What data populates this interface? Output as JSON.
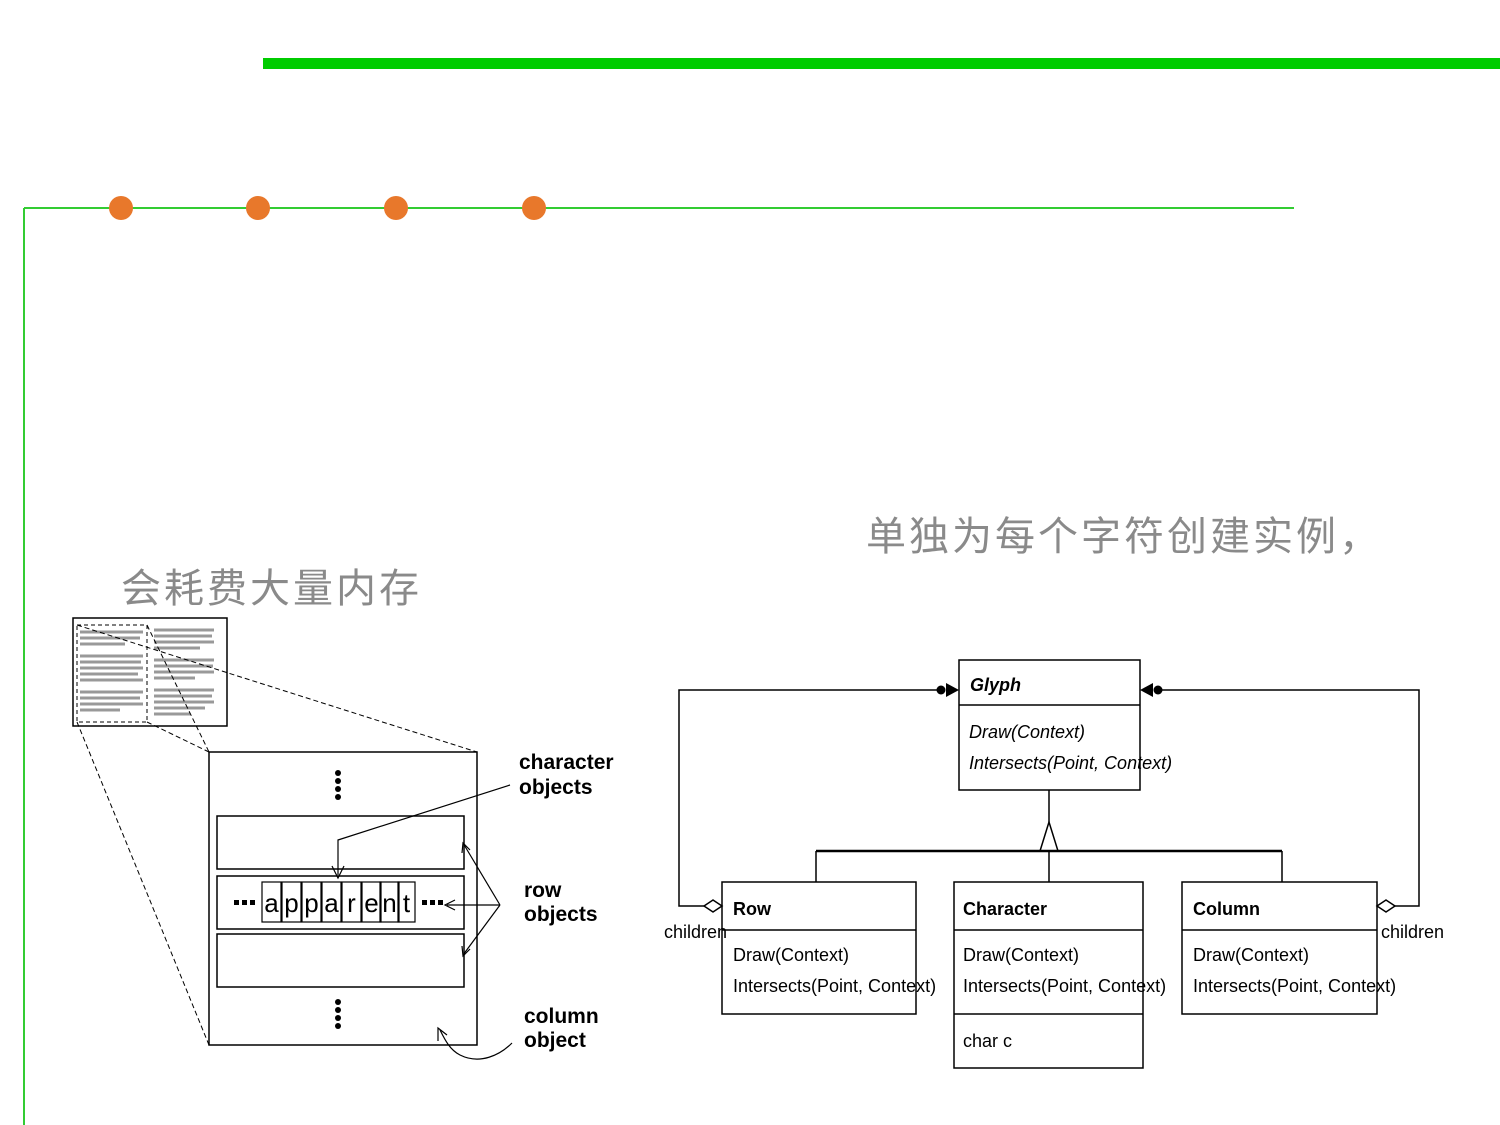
{
  "slide": {
    "colors": {
      "top_bar": "#00cc00",
      "frame_line": "#33cc33",
      "bullet_dot": "#e8782b",
      "caption_text": "#8a8a8a"
    },
    "caption_right": "单独为每个字符创建实例，",
    "caption_left": "会耗费大量内存"
  },
  "object_diagram": {
    "letters": [
      "a",
      "p",
      "p",
      "a",
      "r",
      "e",
      "n",
      "t"
    ],
    "label_character": [
      "character",
      "objects"
    ],
    "label_row": [
      "row",
      "objects"
    ],
    "label_column": [
      "column",
      "object"
    ]
  },
  "class_diagram": {
    "glyph": {
      "name": "Glyph",
      "operations": [
        "Draw(Context)",
        "Intersects(Point, Context)"
      ]
    },
    "row": {
      "name": "Row",
      "operations": [
        "Draw(Context)",
        "Intersects(Point, Context)"
      ]
    },
    "character": {
      "name": "Character",
      "operations": [
        "Draw(Context)",
        "Intersects(Point, Context)"
      ],
      "attributes": [
        "char c"
      ]
    },
    "column": {
      "name": "Column",
      "operations": [
        "Draw(Context)",
        "Intersects(Point, Context)"
      ]
    },
    "children_left": "children",
    "children_right": "children"
  }
}
